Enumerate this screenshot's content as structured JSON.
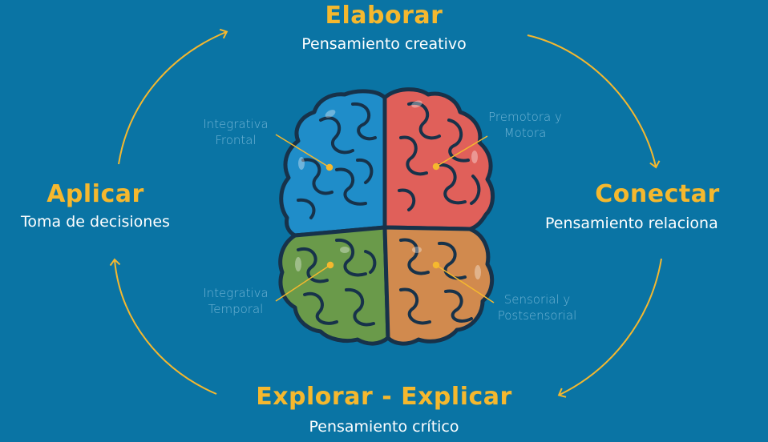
{
  "stages": {
    "top": {
      "title": "Elaborar",
      "subtitle": "Pensamiento creativo"
    },
    "right": {
      "title": "Conectar",
      "subtitle": "Pensamiento relaciona"
    },
    "bottom": {
      "title": "Explorar - Explicar",
      "subtitle": "Pensamiento crítico"
    },
    "left": {
      "title": "Aplicar",
      "subtitle": "Toma de decisiones"
    }
  },
  "regions": {
    "frontal": {
      "line1": "Integrativa",
      "line2": "Frontal",
      "color": "#1f8dc9"
    },
    "motor": {
      "line1": "Premotora y",
      "line2": "Motora",
      "color": "#e0605a"
    },
    "temporal": {
      "line1": "Integrativa",
      "line2": "Temporal",
      "color": "#6a9a4a"
    },
    "sensory": {
      "line1": "Sensorial y",
      "line2": "Postsensorial",
      "color": "#d18a4e"
    }
  },
  "colors": {
    "background": "#0a74a4",
    "accent": "#f5b82e",
    "outline": "#17324a"
  }
}
